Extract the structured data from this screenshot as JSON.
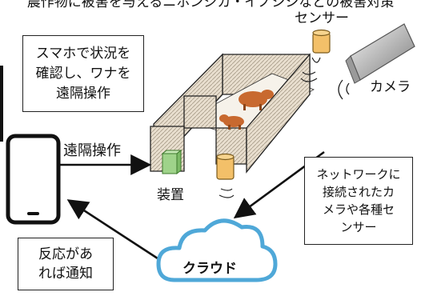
{
  "top_caption": "農作物に被害を与えるニホンジカ・イノシシなどの被害対策",
  "labels": {
    "sensor": "センサー",
    "camera": "カメラ",
    "device": "装置",
    "remote_op": "遠隔操作",
    "cloud": "クラウド"
  },
  "callouts": {
    "smartphone": "スマホで状況を\n確認し、ワナを\n遠隔操作",
    "network": "ネットワークに\n接続されたカ\nメラや各種セ\nンサー",
    "notify": "反応があ\nれば通知"
  },
  "colors": {
    "fence": "#e8ddcc",
    "sensor": "#f3c069",
    "device": "#9fd38a",
    "boar": "#c8692f",
    "cloud": "#4fa8d8"
  }
}
